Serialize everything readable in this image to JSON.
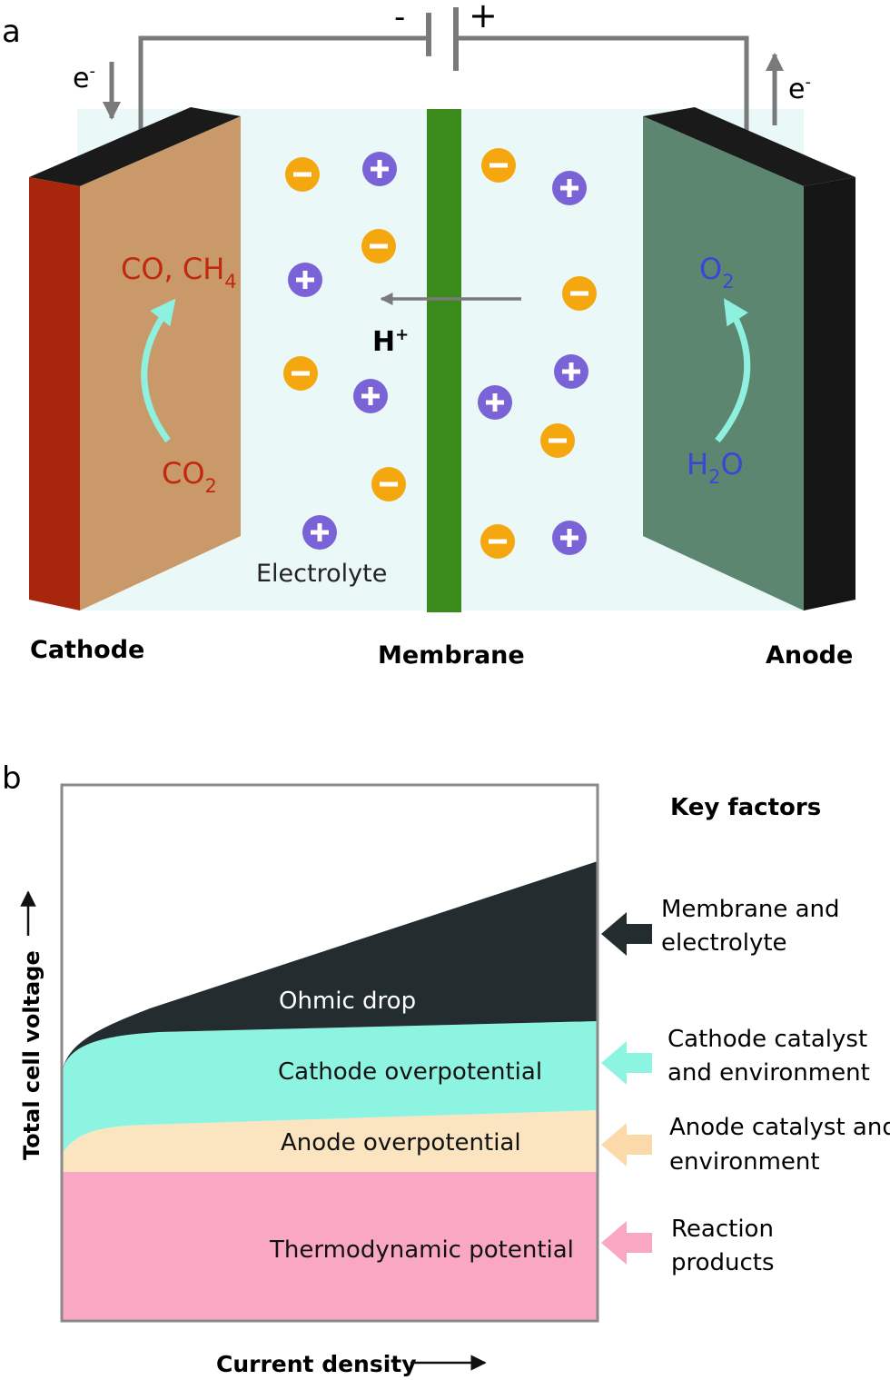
{
  "panel_a": {
    "panel_label": "a",
    "battery": {
      "minus": "-",
      "plus": "+"
    },
    "electron_left": {
      "base": "e",
      "sup": "-"
    },
    "electron_right": {
      "base": "e",
      "sup": "-"
    },
    "cathode_product": {
      "part1": "CO, CH",
      "sub": "4"
    },
    "cathode_reactant": {
      "base": "CO",
      "sub": "2"
    },
    "anode_product": {
      "base": "O",
      "sub": "2"
    },
    "anode_reactant": {
      "pre": "H",
      "sub": "2",
      "post": "O"
    },
    "proton": {
      "base": "H",
      "sup": "+"
    },
    "electrolyte_label": "Electrolyte",
    "cathode_label": "Cathode",
    "membrane_label": "Membrane",
    "anode_label": "Anode",
    "ion_minus_symbol": "−",
    "ion_plus_symbol": "+",
    "colors": {
      "cathode_face": "#c9996a",
      "cathode_edge": "#a8270c",
      "anode_face": "#5d8670",
      "electrolyte": "#eaf8f8",
      "membrane": "#3a8a1c",
      "minus_ion": "#f5a70f",
      "plus_ion": "#7a63d6",
      "reaction_arrow": "#8ef1e0",
      "cathode_text": "#c0290d",
      "anode_text": "#3a46d8"
    }
  },
  "panel_b": {
    "panel_label": "b",
    "y_axis_label": "Total cell voltage",
    "x_axis_label": "Current density",
    "key_factors_title": "Key factors",
    "layers": [
      {
        "name": "Ohmic drop",
        "color": "#232c2e",
        "text_color": "#ffffff"
      },
      {
        "name": "Cathode overpotential",
        "color": "#8ef4e2",
        "text_color": "#111111"
      },
      {
        "name": "Anode overpotential",
        "color": "#fbe4c0",
        "text_color": "#111111"
      },
      {
        "name": "Thermodynamic potential",
        "color": "#f9a7c3",
        "text_color": "#111111"
      }
    ],
    "factors": [
      {
        "line1": "Membrane and",
        "line2": "electrolyte",
        "arrow_color": "#232c2e"
      },
      {
        "line1": "Cathode catalyst",
        "line2": "and environment",
        "arrow_color": "#8ef4e2"
      },
      {
        "line1": "Anode catalyst and",
        "line2": "environment",
        "arrow_color": "#fbd9a8"
      },
      {
        "line1": "Reaction",
        "line2": "products",
        "arrow_color": "#f9a7c3"
      }
    ]
  }
}
